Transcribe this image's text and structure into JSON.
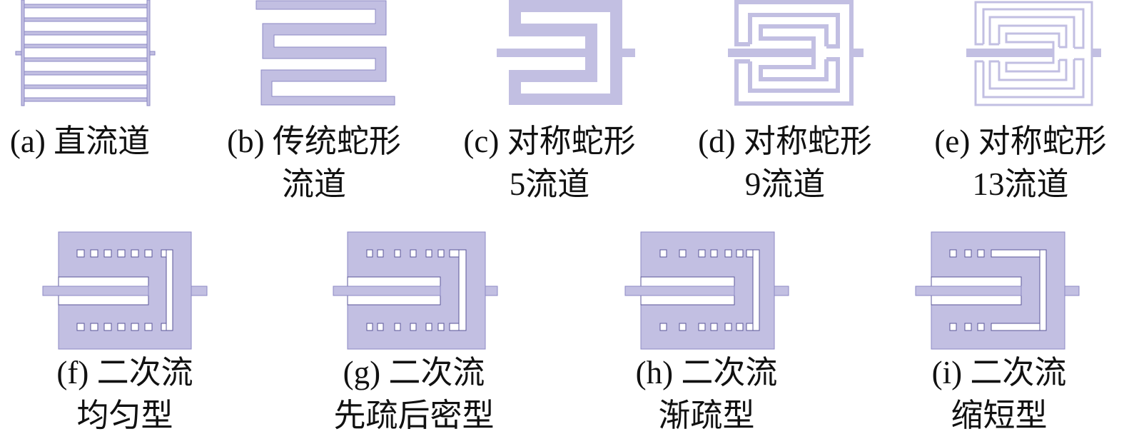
{
  "panels": [
    {
      "id": "a",
      "line1": "(a) 直流道",
      "line2": ""
    },
    {
      "id": "b",
      "line1": "(b) 传统蛇形",
      "line2": "流道"
    },
    {
      "id": "c",
      "line1": "(c) 对称蛇形",
      "line2": "5流道"
    },
    {
      "id": "d",
      "line1": "(d) 对称蛇形",
      "line2": "9流道"
    },
    {
      "id": "e",
      "line1": "(e) 对称蛇形",
      "line2": "13流道"
    },
    {
      "id": "f",
      "line1": "(f) 二次流",
      "line2": "均匀型"
    },
    {
      "id": "g",
      "line1": "(g) 二次流",
      "line2": "先疏后密型"
    },
    {
      "id": "h",
      "line1": "(h) 二次流",
      "line2": "渐疏型"
    },
    {
      "id": "i",
      "line1": "(i) 二次流",
      "line2": "缩短型"
    }
  ],
  "colors": {
    "channel": "#c2bfe2",
    "edge": "#8c88c4"
  }
}
